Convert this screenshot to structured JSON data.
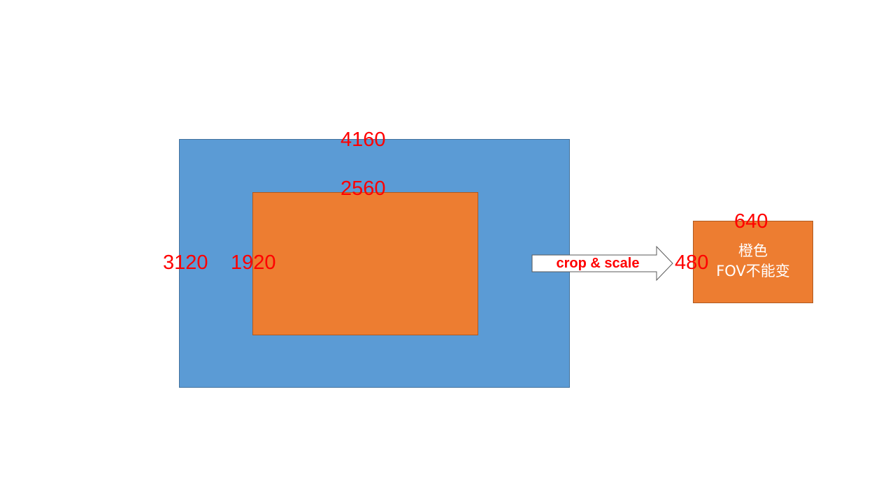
{
  "diagram": {
    "outer_box": {
      "width_label": "4160",
      "height_label": "3120",
      "color": "#5b9bd5"
    },
    "inner_box": {
      "width_label": "2560",
      "height_label": "1920",
      "color": "#ed7d31"
    },
    "arrow": {
      "label": "crop & scale"
    },
    "output_box": {
      "width_label": "640",
      "height_label": "480",
      "color": "#ed7d31",
      "text_line1": "橙色",
      "text_line2": "FOV不能变"
    },
    "label_color": "#ff0000"
  }
}
